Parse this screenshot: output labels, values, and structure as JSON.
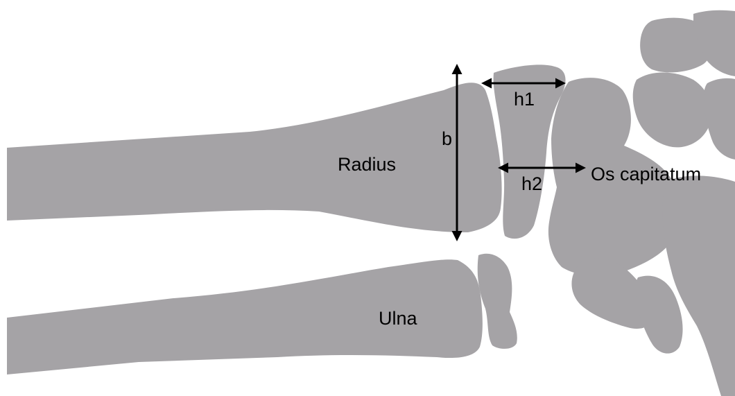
{
  "diagram": {
    "labels": {
      "radius": "Radius",
      "ulna": "Ulna",
      "os_capitatum": "Os capitatum",
      "b": "b",
      "h1": "h1",
      "h2": "h2"
    },
    "colors": {
      "background": "#ffffff",
      "bone": "#a5a3a6",
      "arrow": "#000000",
      "text": "#000000"
    }
  }
}
